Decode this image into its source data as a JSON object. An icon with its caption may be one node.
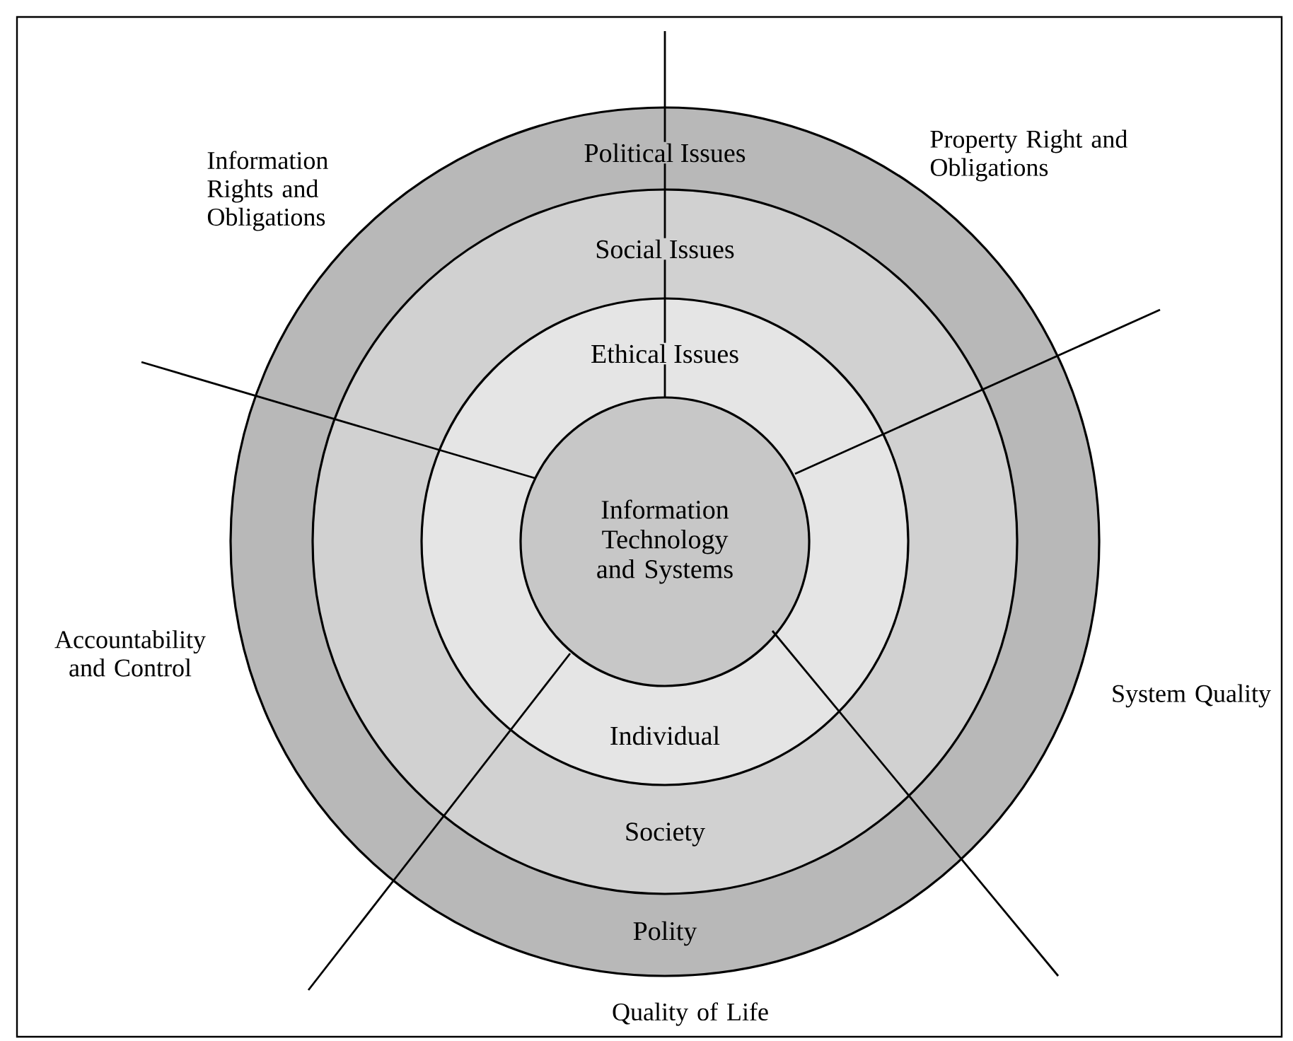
{
  "diagram": {
    "nodes": [
      {
        "text": [
          "Political Issues",
          "Polity"
        ]
      },
      {
        "text": [
          "Social Issues",
          "Society"
        ],
        "in": 0
      },
      {
        "text": [
          "Ethical Issues",
          "Individual"
        ],
        "in": 1
      },
      {
        "text": [
          "Information Technology and Systems"
        ],
        "in": 2
      }
    ],
    "labels": [
      "Information Rights and Obligations",
      "Property Right and Obligations",
      "Accountability and Control",
      "System Quality",
      "Quality of Life"
    ]
  }
}
